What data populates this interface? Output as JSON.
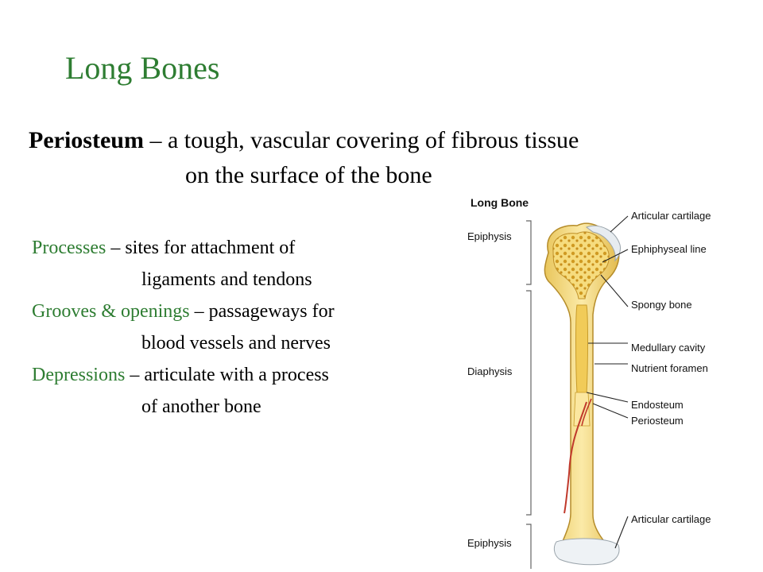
{
  "slide": {
    "title": "Long Bones",
    "definition": {
      "term": "Periosteum",
      "text_line1": " – a tough, vascular covering of fibrous tissue",
      "text_line2": "on the surface of the bone"
    },
    "items": [
      {
        "term": "Processes",
        "line1": " – sites for attachment of",
        "line2": "ligaments and tendons"
      },
      {
        "term": "Grooves & openings",
        "line1": " – passageways for",
        "line2": "blood vessels and nerves"
      },
      {
        "term": "Depressions",
        "line1": " – articulate with a process",
        "line2": "of another bone"
      }
    ],
    "accent_color": "#2e7d32"
  },
  "figure": {
    "title": "Long Bone",
    "region_labels": {
      "top": "Epiphysis",
      "middle": "Diaphysis",
      "bottom": "Epiphysis"
    },
    "labels": [
      "Articular cartilage",
      "Ephiphyseal line",
      "Spongy bone",
      "Medullary cavity",
      "Nutrient foramen",
      "Endosteum",
      "Periosteum",
      "Articular cartilage"
    ],
    "colors": {
      "bone": "#f4dc86",
      "bone_edge": "#c9a33a",
      "spongy": "#d9a82e",
      "cartilage": "#e9eef2",
      "vessel": "#c0392b"
    }
  }
}
